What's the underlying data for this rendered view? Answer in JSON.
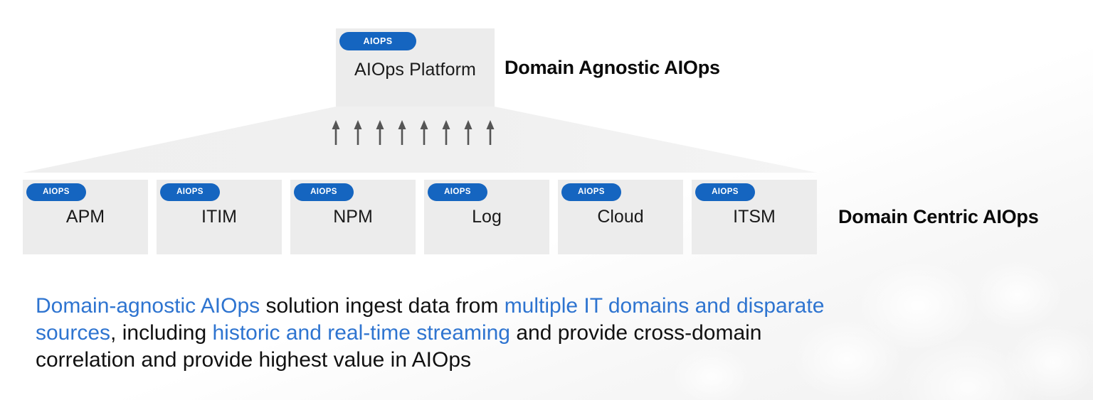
{
  "diagram": {
    "platform": {
      "pill": "AIOPS",
      "label": "AIOps Platform"
    },
    "headings": {
      "agnostic": "Domain Agnostic AIOps",
      "centric": "Domain Centric AIOps"
    },
    "arrow_count": 8,
    "arrow_color": "#555555",
    "box_fill": "#ececec",
    "pill_color": "#1565C0",
    "funnel_fill": "#f0f0f0",
    "domains": [
      {
        "pill": "AIOPS",
        "label": "APM"
      },
      {
        "pill": "AIOPS",
        "label": "ITIM"
      },
      {
        "pill": "AIOPS",
        "label": "NPM"
      },
      {
        "pill": "AIOPS",
        "label": "Log"
      },
      {
        "pill": "AIOPS",
        "label": "Cloud"
      },
      {
        "pill": "AIOPS",
        "label": "ITSM"
      }
    ]
  },
  "paragraph": {
    "highlight_color": "#2E74D0",
    "body_color": "#111111",
    "segments": [
      {
        "text": "Domain-agnostic AIOps",
        "highlight": true
      },
      {
        "text": " solution ingest data from ",
        "highlight": false
      },
      {
        "text": "multiple IT domains and disparate sources",
        "highlight": true
      },
      {
        "text": ", including ",
        "highlight": false
      },
      {
        "text": "historic and real-time streaming",
        "highlight": true
      },
      {
        "text": " and provide cross-domain correlation and provide highest value in AIOps",
        "highlight": false
      }
    ]
  }
}
